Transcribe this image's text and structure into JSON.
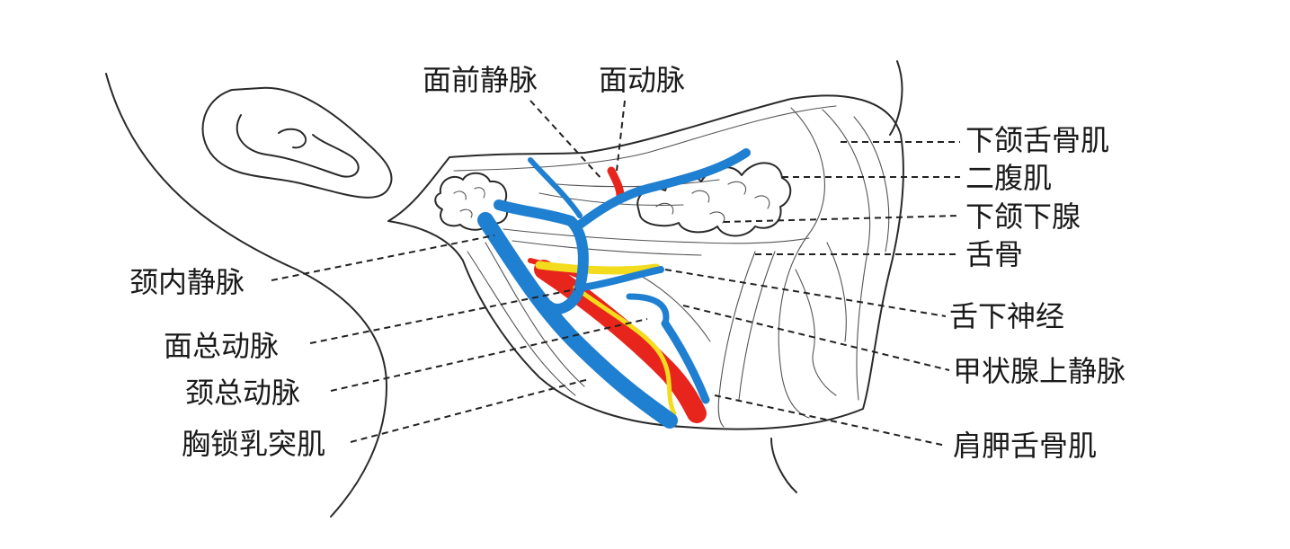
{
  "diagram": {
    "labels": {
      "anterior_facial_vein": "面前静脉",
      "facial_artery": "面动脉",
      "mylohyoid": "下颌舌骨肌",
      "digastric": "二腹肌",
      "submandibular_gland": "下颌下腺",
      "hyoid": "舌骨",
      "internal_jugular_vein": "颈内静脉",
      "hypoglossal_nerve": "舌下神经",
      "common_facial_vein": "面总动脉",
      "superior_thyroid_vein": "甲状腺上静脉",
      "common_carotid_artery": "颈总动脉",
      "sternocleidomastoid": "胸锁乳突肌",
      "omohyoid": "肩胛舌骨肌"
    },
    "colors": {
      "vein": "#1f7fd1",
      "artery": "#e8251c",
      "nerve": "#f3dc1e",
      "line": "#2a2a2a"
    }
  }
}
